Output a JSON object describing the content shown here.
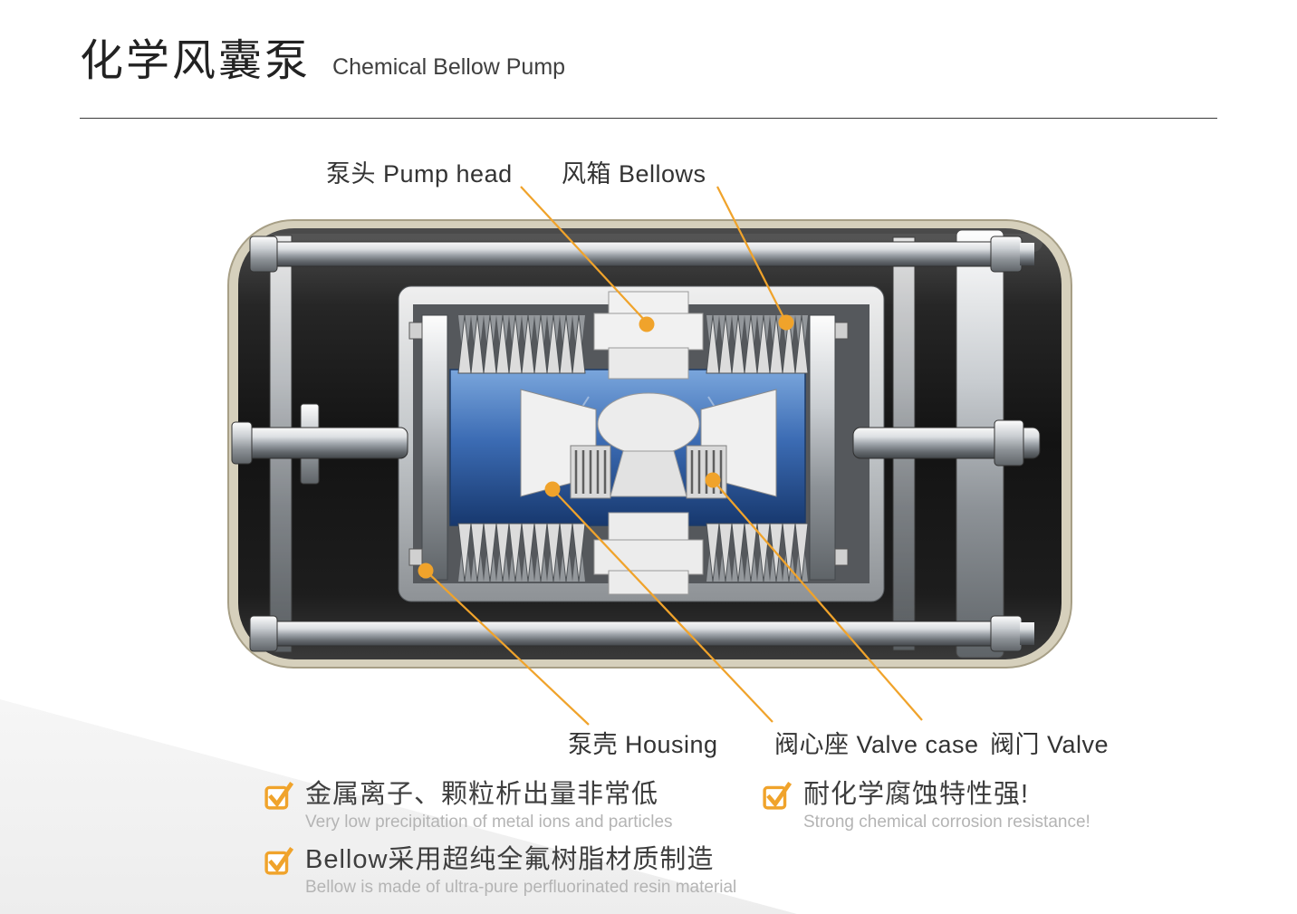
{
  "page": {
    "title_zh": "化学风囊泵",
    "title_en": "Chemical Bellow Pump"
  },
  "callouts": {
    "pump_head": "泵头 Pump head",
    "bellows": "风箱 Bellows",
    "housing": "泵壳 Housing",
    "valve_case": "阀心座 Valve case",
    "valve": "阀门 Valve"
  },
  "features": [
    {
      "title": "金属离子、颗粒析出量非常低",
      "subtitle": "Very low precipitation of metal ions and particles"
    },
    {
      "title": "耐化学腐蚀特性强!",
      "subtitle": "Strong chemical corrosion resistance!"
    },
    {
      "title": "Bellow采用超纯全氟树脂材质制造",
      "subtitle": "Bellow is made of ultra-pure perfluorinated resin material"
    }
  ],
  "colors": {
    "accent_orange": "#F0A32B",
    "chamber_blue": "#2F5FA8",
    "title_text": "#222222",
    "label_text": "#333333",
    "feature_title_text": "#3E3E3E",
    "feature_subtitle_text": "#B4B4B4",
    "shell_beige": "#D6D0BC",
    "body_dark": "#141414"
  },
  "icons": {
    "check_icon": "✔",
    "callout_dot_icon": "●"
  }
}
